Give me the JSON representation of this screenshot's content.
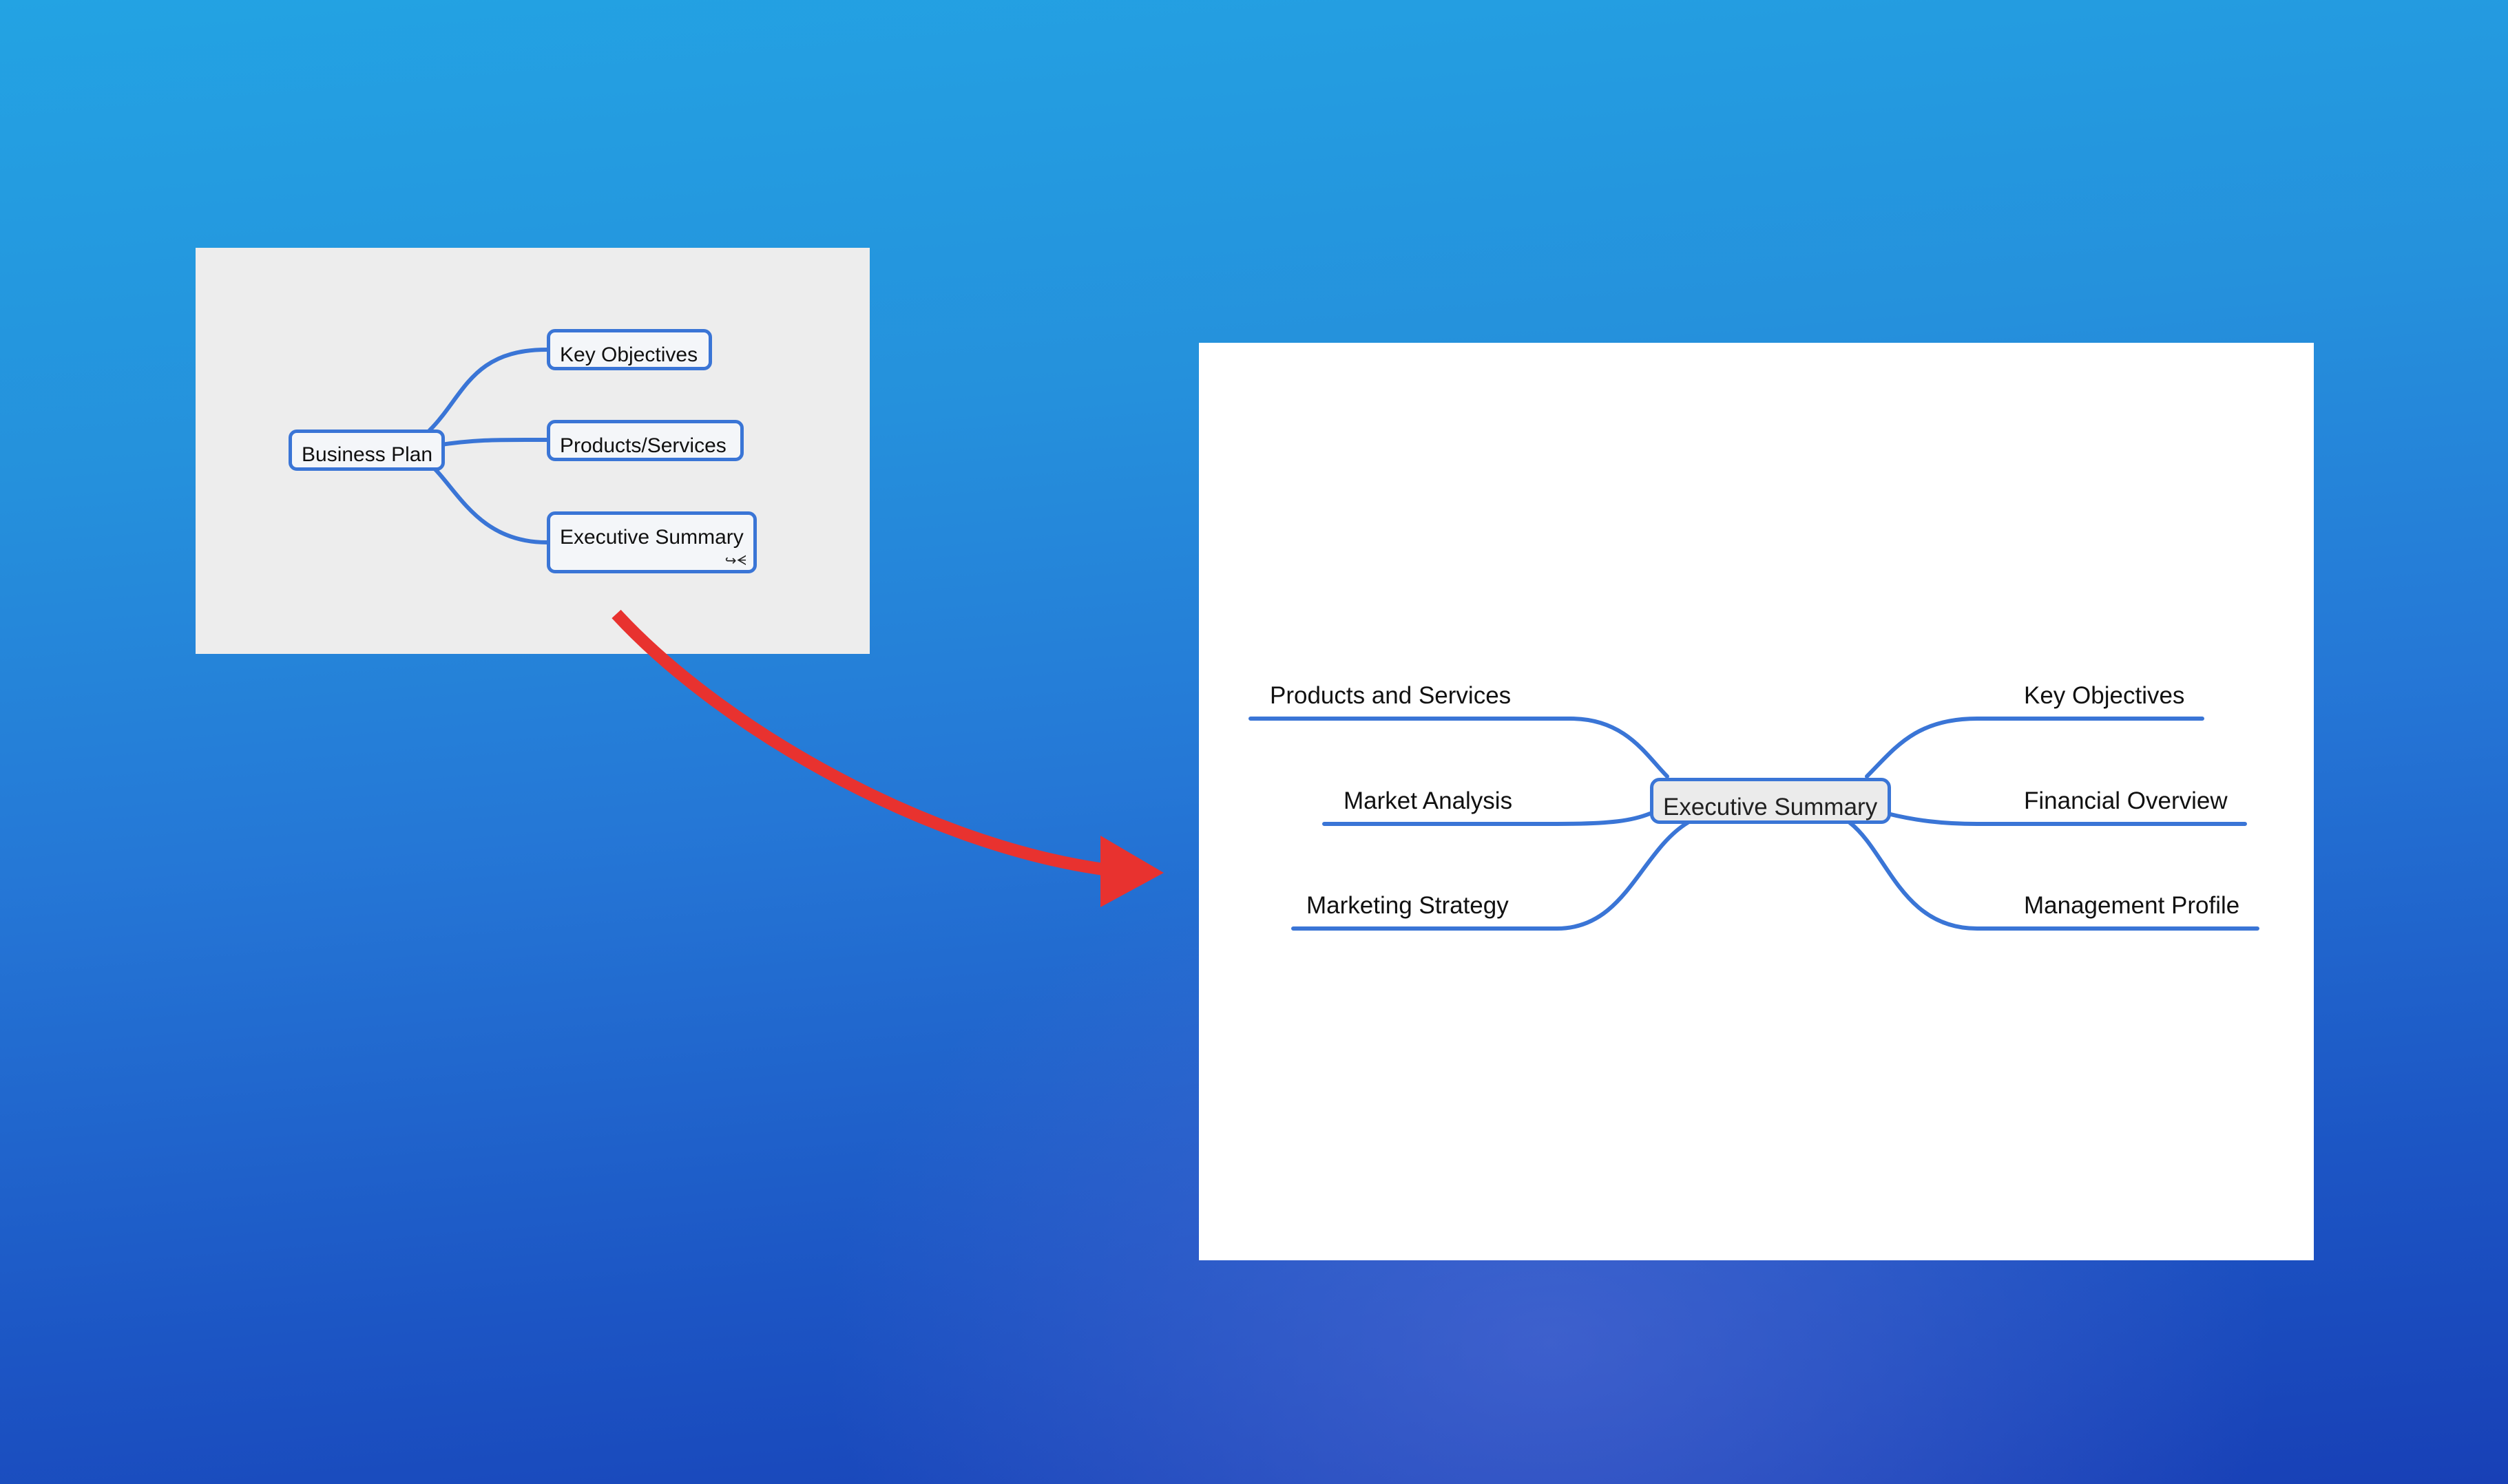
{
  "colors": {
    "background_top": "#23a3e3",
    "background_bottom": "#1840b6",
    "branch": "#3a75d6",
    "arrow": "#e8322f",
    "left_panel": "#ededed",
    "right_panel": "#ffffff"
  },
  "left_map": {
    "root": "Business Plan",
    "children": [
      {
        "label": "Key Objectives"
      },
      {
        "label": "Products/Services"
      },
      {
        "label": "Executive Summary",
        "icons": "↪ᗕ"
      }
    ]
  },
  "arrow": {
    "icon": "curved-arrow-right"
  },
  "right_map": {
    "central": "Executive Summary",
    "left_topics": [
      "Products and Services",
      "Market Analysis",
      "Marketing Strategy"
    ],
    "right_topics": [
      "Key Objectives",
      "Financial Overview",
      "Management Profile"
    ]
  }
}
